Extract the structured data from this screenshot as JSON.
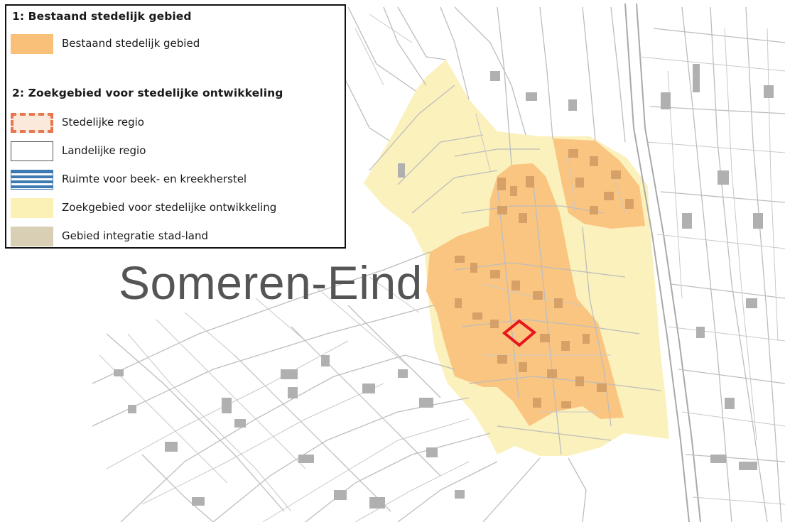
{
  "legend": {
    "section1_title": "1: Bestaand stedelijk gebied",
    "section2_title": "2: Zoekgebied voor stedelijke ontwikkeling",
    "items": [
      {
        "label": "Bestaand stedelijk gebied",
        "color": "#f9c07a"
      },
      {
        "label": "Stedelijke regio",
        "color": "#e8764f"
      },
      {
        "label": "Landelijke regio",
        "color": "#ffffff"
      },
      {
        "label": "Ruimte voor beek- en kreekherstel",
        "color": "#3f79b4"
      },
      {
        "label": "Zoekgebied voor stedelijke ontwikkeling",
        "color": "#fbf0b6"
      },
      {
        "label": "Gebied integratie stad-land",
        "color": "#d9cfb5"
      }
    ]
  },
  "map": {
    "place_name": "Someren-Eind",
    "colors": {
      "search_area": "#fbf0b6",
      "urban_area": "#f9c07a",
      "marker": "#e8161c",
      "lines": "#b9b9b9",
      "buildings": "#b5b5b5"
    }
  }
}
